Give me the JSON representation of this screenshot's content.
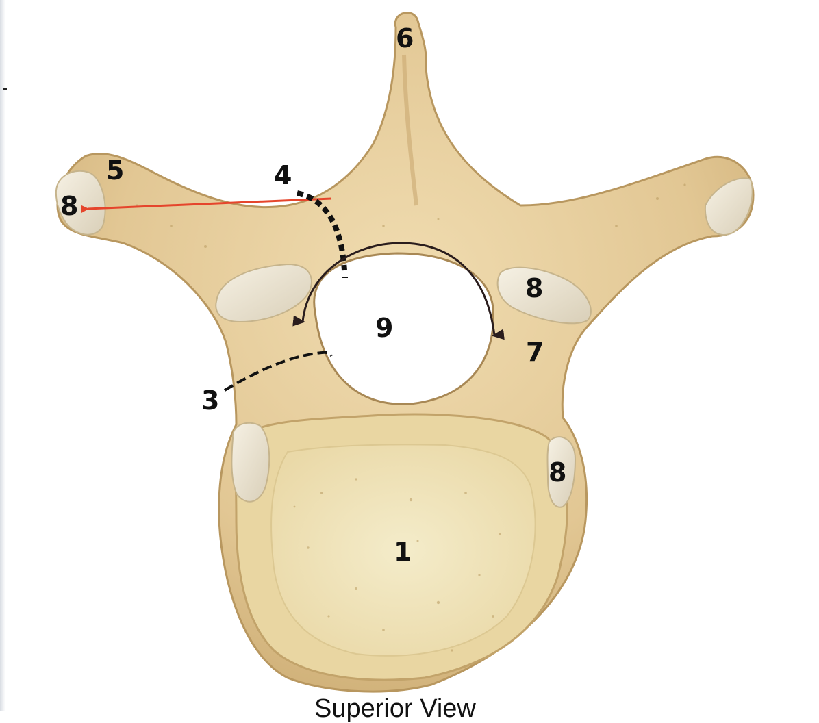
{
  "figure": {
    "caption": "Superior View",
    "labels": {
      "vertebral_body": "1",
      "pedicle": "3",
      "lamina": "4",
      "transverse_process": "5",
      "spinous_process": "6",
      "superior_articular_process": "7",
      "facet_transverse": "8",
      "facet_superior_articular": "8",
      "facet_body": "8",
      "vertebral_foramen": "9"
    }
  },
  "colors": {
    "bone": "#e5cc9c",
    "bone_shadow": "#b8975f",
    "articular_surface": "#ede6d4",
    "body_surface": "#f1e6bd",
    "arrow_red": "#e5452c",
    "arrow_dark": "#2a1d1d",
    "dashed_line": "#111111"
  }
}
